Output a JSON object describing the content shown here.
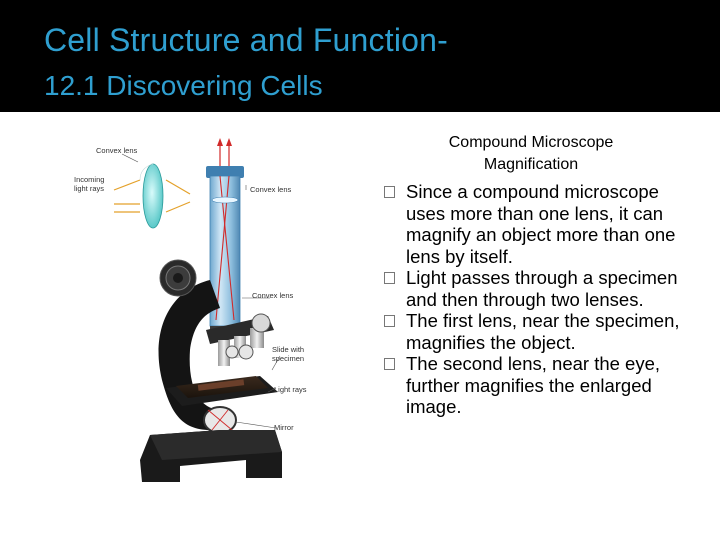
{
  "slide": {
    "title_line1": "Cell Structure and Function-",
    "title_line2": "12.1 Discovering Cells",
    "subtitle_line1": "Compound Microscope",
    "subtitle_line2": "Magnification",
    "colors": {
      "header_bg": "#000000",
      "title_color": "#2f9fd0",
      "body_text": "#000000"
    }
  },
  "figure": {
    "labels": {
      "convex_lens_top": "Convex lens",
      "incoming_light_line1": "Incoming",
      "incoming_light_line2": "light rays",
      "convex_lens_eyepiece": "Convex lens",
      "convex_lens_objective": "Convex lens",
      "slide_line1": "Slide with",
      "slide_line2": "specimen",
      "light_rays": "Light rays",
      "mirror": "Mirror"
    }
  },
  "bullets": [
    {
      "icon": "bullet-box-icon",
      "text": "Since a compound microscope uses more than one lens, it can magnify an object more than one lens by itself."
    },
    {
      "icon": "bullet-box-icon",
      "text": "Light passes through a specimen and then through two lenses."
    },
    {
      "icon": "bullet-box-icon",
      "text": "The first lens, near the specimen, magnifies the object."
    },
    {
      "icon": "bullet-box-icon",
      "text": "The second lens, near the eye, further magnifies the enlarged image."
    }
  ]
}
